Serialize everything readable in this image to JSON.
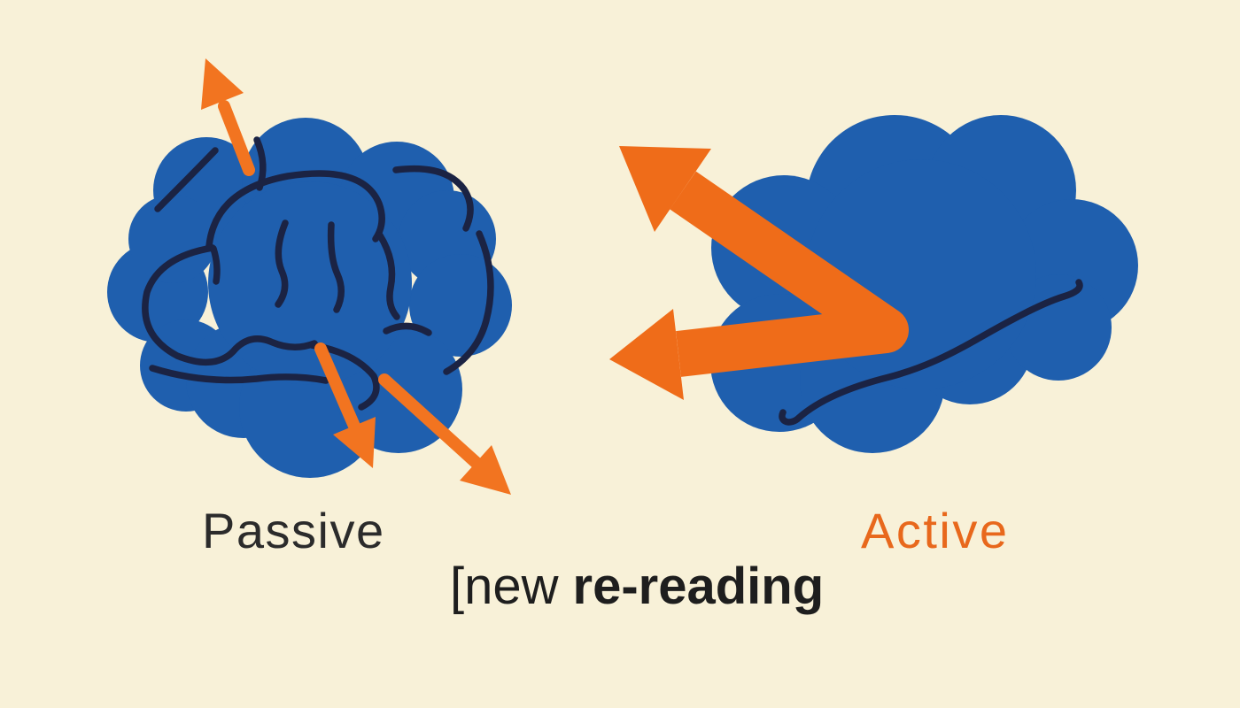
{
  "labels": {
    "passive": "Passive",
    "active": "Active",
    "caption_prefix": "[new",
    "caption_bold": "re-reading"
  },
  "icons": {
    "passive_arrows": [
      "arrow-up-left",
      "arrow-down",
      "arrow-down-right"
    ],
    "active_arrow": "double-headed-chevron-arrow-left"
  },
  "colors": {
    "background": "#f8f1d8",
    "brain_blue": "#1f5fae",
    "sulci_navy": "#1b2343",
    "arrow_orange": "#ef6c19",
    "small_arrow_orange": "#f27420",
    "passive_text": "#2b2b2b",
    "active_text": "#e8681c",
    "caption_text": "#1e1e1e"
  }
}
